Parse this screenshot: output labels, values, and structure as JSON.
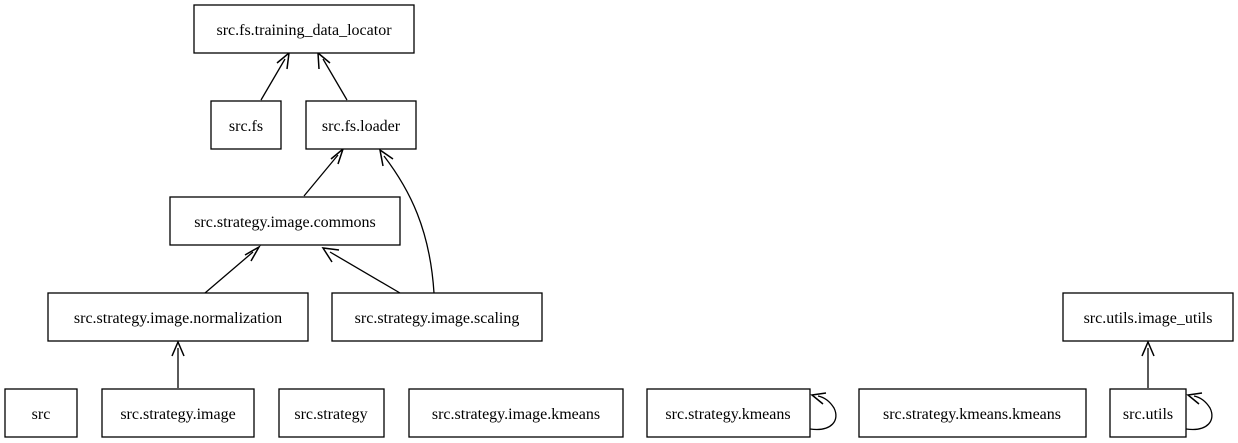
{
  "diagram": {
    "type": "module-dependency-graph",
    "nodes": [
      {
        "id": "training_data_locator",
        "label": "src.fs.training_data_locator"
      },
      {
        "id": "fs",
        "label": "src.fs"
      },
      {
        "id": "loader",
        "label": "src.fs.loader"
      },
      {
        "id": "commons",
        "label": "src.strategy.image.commons"
      },
      {
        "id": "normalization",
        "label": "src.strategy.image.normalization"
      },
      {
        "id": "scaling",
        "label": "src.strategy.image.scaling"
      },
      {
        "id": "src",
        "label": "src"
      },
      {
        "id": "strategy_image",
        "label": "src.strategy.image"
      },
      {
        "id": "strategy",
        "label": "src.strategy"
      },
      {
        "id": "image_kmeans",
        "label": "src.strategy.image.kmeans"
      },
      {
        "id": "strategy_kmeans",
        "label": "src.strategy.kmeans"
      },
      {
        "id": "kmeans_kmeans",
        "label": "src.strategy.kmeans.kmeans"
      },
      {
        "id": "utils",
        "label": "src.utils"
      },
      {
        "id": "image_utils",
        "label": "src.utils.image_utils"
      }
    ],
    "edges": [
      {
        "from": "fs",
        "to": "training_data_locator"
      },
      {
        "from": "loader",
        "to": "training_data_locator"
      },
      {
        "from": "commons",
        "to": "loader"
      },
      {
        "from": "scaling",
        "to": "loader"
      },
      {
        "from": "normalization",
        "to": "commons"
      },
      {
        "from": "scaling",
        "to": "commons"
      },
      {
        "from": "strategy_image",
        "to": "normalization"
      },
      {
        "from": "strategy_kmeans",
        "to": "strategy_kmeans"
      },
      {
        "from": "utils",
        "to": "utils"
      },
      {
        "from": "utils",
        "to": "image_utils"
      }
    ]
  }
}
